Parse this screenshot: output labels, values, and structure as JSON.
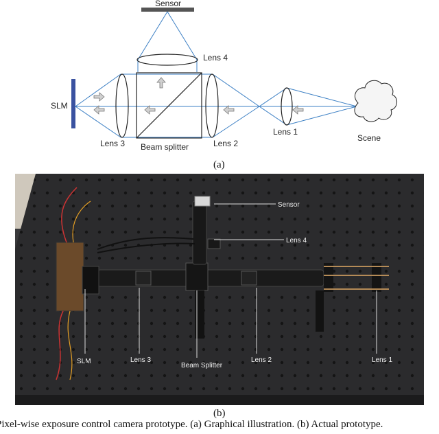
{
  "diagram": {
    "labels": {
      "sensor": "Sensor",
      "lens4": "Lens 4",
      "slm": "SLM",
      "lens3": "Lens 3",
      "beam_splitter": "Beam splitter",
      "lens2": "Lens 2",
      "lens1": "Lens 1",
      "scene": "Scene"
    },
    "caption": "(a)"
  },
  "photo": {
    "labels": {
      "sensor": "Sensor",
      "lens4": "Lens 4",
      "slm": "SLM",
      "lens3": "Lens 3",
      "beam_splitter": "Beam Splitter",
      "lens2": "Lens 2",
      "lens1": "Lens 1"
    },
    "caption": "(b)"
  },
  "figure_caption": "Pixel-wise exposure control camera prototype. (a) Graphical illustration. (b) Actual prototype.",
  "colors": {
    "ray": "#3b7fc4",
    "optics": "#222222",
    "slm": "#3a52a0",
    "arrow_fill": "#c8c8c8",
    "table": "#2a2a2c"
  }
}
